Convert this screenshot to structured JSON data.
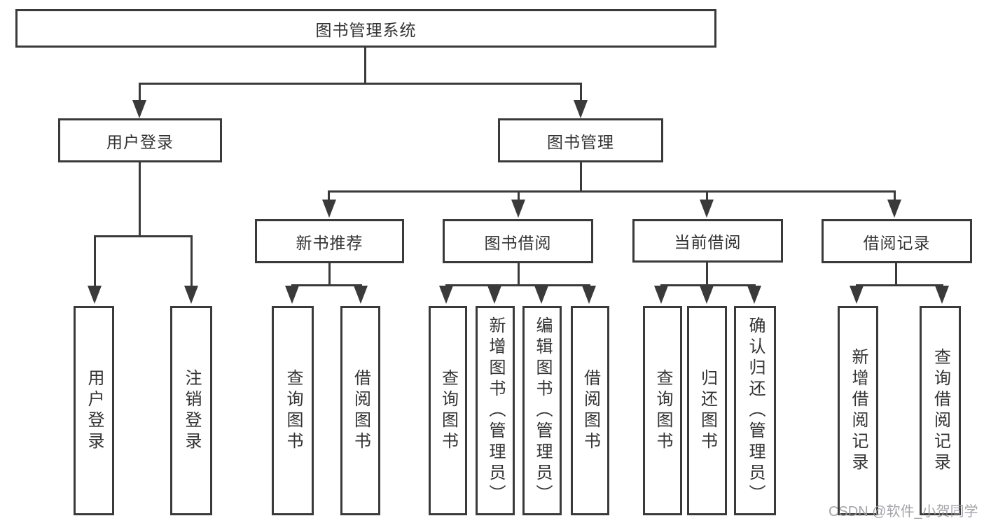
{
  "nodes": {
    "root": {
      "label": "图书管理系统"
    },
    "user": {
      "label": "用户登录",
      "children": [
        {
          "label": "用户登录"
        },
        {
          "label": "注销登录"
        }
      ]
    },
    "book": {
      "label": "图书管理",
      "sections": [
        {
          "label": "新书推荐",
          "children": [
            {
              "label": "查询图书"
            },
            {
              "label": "借阅图书"
            }
          ]
        },
        {
          "label": "图书借阅",
          "children": [
            {
              "label": "查询图书"
            },
            {
              "label": "新增图书（管理员）"
            },
            {
              "label": "编辑图书（管理员）"
            },
            {
              "label": "借阅图书"
            }
          ]
        },
        {
          "label": "当前借阅",
          "children": [
            {
              "label": "查询图书"
            },
            {
              "label": "归还图书"
            },
            {
              "label": "确认归还（管理员）"
            }
          ]
        },
        {
          "label": "借阅记录",
          "children": [
            {
              "label": "新增借阅记录"
            },
            {
              "label": "查询借阅记录"
            }
          ]
        }
      ]
    }
  },
  "watermark": {
    "label": "CSDN @软件_小贺同学"
  },
  "colors": {
    "line": "#3a3a3a",
    "text": "#333333",
    "background": "#ffffff",
    "watermark": "#9b9ba1"
  }
}
